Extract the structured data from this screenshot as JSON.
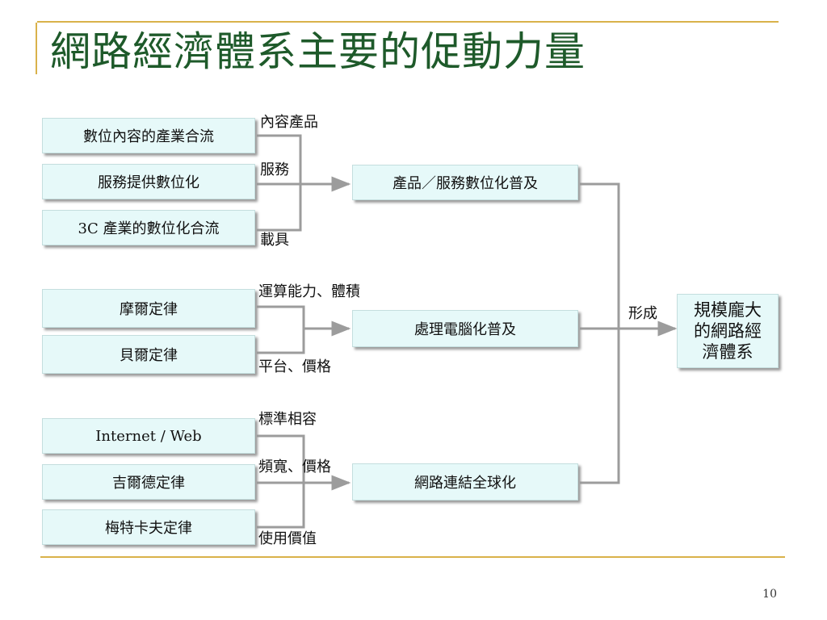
{
  "slide": {
    "title": "網路經濟體系主要的促動力量",
    "page_number": "10"
  },
  "groups": [
    {
      "inputs": [
        "數位內容的產業合流",
        "服務提供數位化",
        "3C 產業的數位化合流"
      ],
      "labels": [
        "內容產品",
        "服務",
        "載具"
      ],
      "output": "產品／服務數位化普及"
    },
    {
      "inputs": [
        "摩爾定律",
        "貝爾定律"
      ],
      "labels": [
        "運算能力、體積",
        "平台、價格"
      ],
      "output": "處理電腦化普及"
    },
    {
      "inputs": [
        "Internet / Web",
        "吉爾德定律",
        "梅特卡夫定律"
      ],
      "labels": [
        "標準相容",
        "頻寬、價格",
        "使用價值"
      ],
      "output": "網路連結全球化"
    }
  ],
  "final": {
    "label": "形成",
    "result": "規模龐大的網路經濟體系"
  },
  "colors": {
    "title": "#1e5a2a",
    "rule": "#d9b24a",
    "box_fill": "#e6f9f9",
    "connector": "#9c9c9c"
  }
}
